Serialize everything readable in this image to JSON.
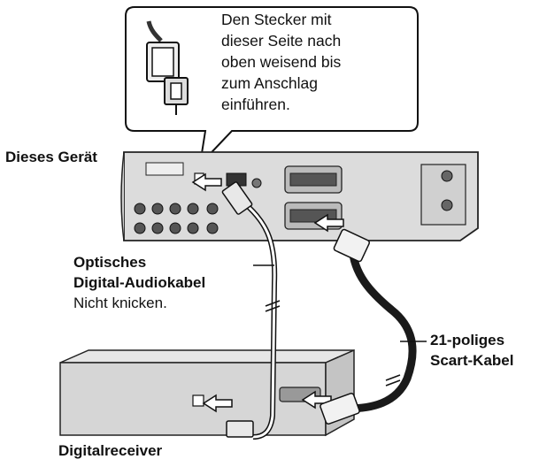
{
  "callout": {
    "lines": [
      "Den Stecker mit",
      "dieser Seite nach",
      "oben weisend bis",
      "zum Anschlag",
      "einführen."
    ]
  },
  "device_label": "Dieses Gerät",
  "optical_cable": {
    "line1": "Optisches",
    "line2": "Digital-Audiokabel",
    "note": "Nicht knicken."
  },
  "scart_cable": {
    "line1": "21-poliges",
    "line2": "Scart-Kabel"
  },
  "receiver_label": "Digitalreceiver",
  "colors": {
    "ink": "#111111",
    "device_fill": "#dcdcdc",
    "receiver_fill": "#d6d6d6",
    "cable": "#1a1a1a"
  }
}
